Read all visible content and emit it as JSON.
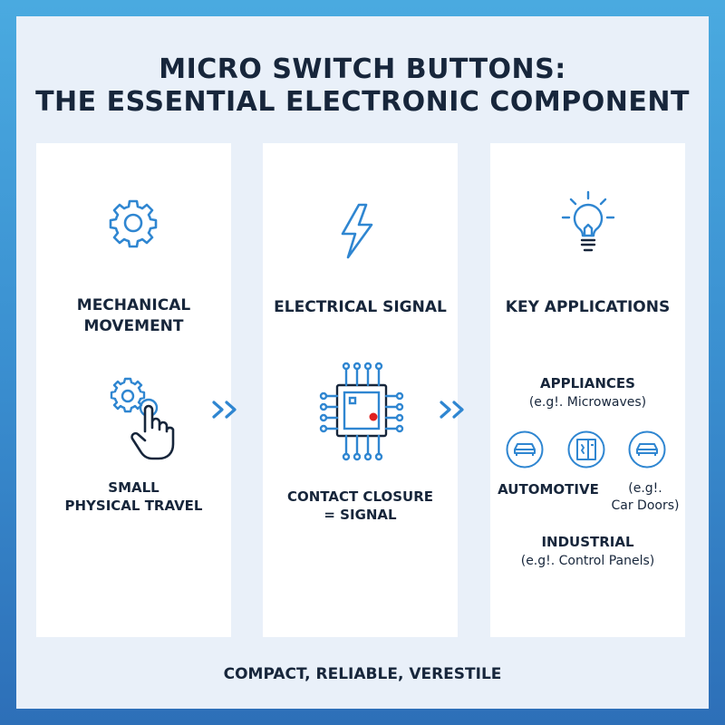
{
  "title": {
    "line1": "MICRO SWITCH BUTTONS:",
    "line2": "THE ESSENTIAL ELECTRONIC COMPONENT"
  },
  "panels": [
    {
      "heading_line1": "MECHANICAL",
      "heading_line2": "MOVEMENT",
      "icon": "gear-icon",
      "detail_icon": "gear-press-hand-icon",
      "text_line1": "SMALL",
      "text_line2": "PHYSICAL TRAVEL"
    },
    {
      "heading": "ELECTRICAL SIGNAL",
      "icon": "lightning-bolt-icon",
      "detail_icon": "microchip-icon",
      "text_line1": "CONTACT CLOSURE",
      "text_line2": "= SIGNAL"
    },
    {
      "heading": "KEY APPLICATIONS",
      "icon": "lightbulb-icon",
      "appliances_title": "APPLIANCES",
      "appliances_example": "(e.g!. Microwaves)",
      "automotive_label": "AUTOMOTIVE",
      "automotive_example_line1": "(e.g!.",
      "automotive_example_line2": "Car Doors)",
      "industrial_title": "INDUSTRIAL",
      "industrial_example": "(e.g!. Control Panels)",
      "app_icons": [
        "car-icon",
        "appliance-icon",
        "car-icon"
      ]
    }
  ],
  "arrows": [
    "double-chevron-right-icon",
    "double-chevron-right-icon"
  ],
  "footer": "COMPACT, RELIABLE, VERESTILE",
  "colors": {
    "accent": "#2f86d1",
    "text": "#17263b",
    "red_dot": "#e0201f"
  }
}
